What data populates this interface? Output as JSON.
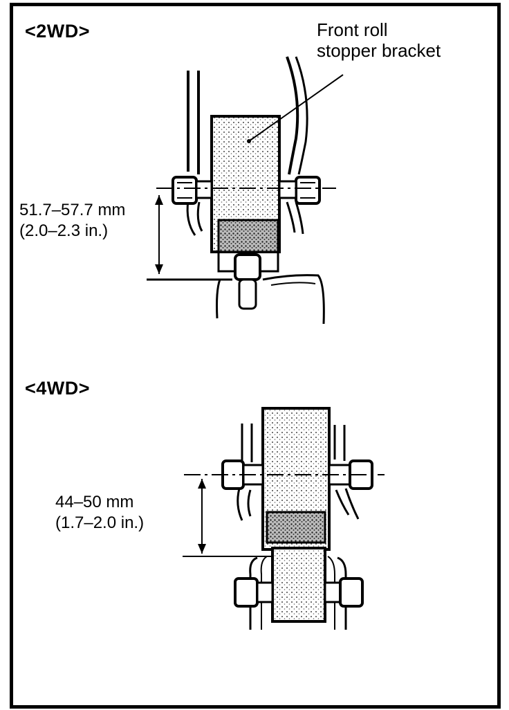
{
  "sections": {
    "two_wd": {
      "title": "<2WD>",
      "callout_line1": "Front roll",
      "callout_line2": "stopper bracket",
      "dim_mm": "51.7–57.7 mm",
      "dim_in": "(2.0–2.3 in.)"
    },
    "four_wd": {
      "title": "<4WD>",
      "dim_mm": "44–50 mm",
      "dim_in": "(1.7–2.0 in.)"
    }
  },
  "colors": {
    "ink": "#000000",
    "paper": "#ffffff"
  }
}
